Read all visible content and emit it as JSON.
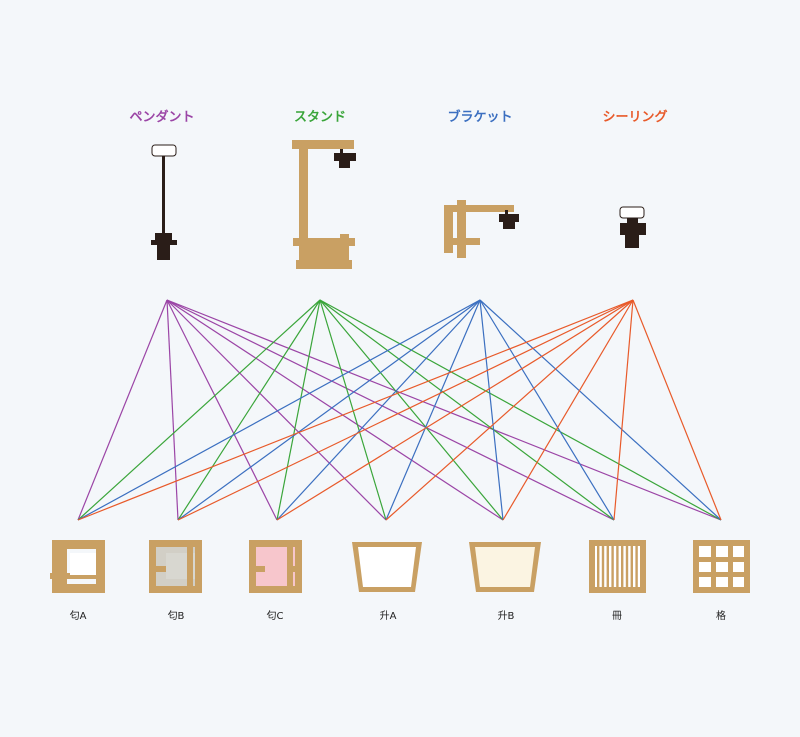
{
  "colors": {
    "wood": "#c9a063",
    "dark": "#2a1d18",
    "background": "#f4f7fa"
  },
  "fixtures": [
    {
      "id": "pendant",
      "label": "ペンダント",
      "color": "#9b45a6",
      "icon": "pendant-lamp-icon"
    },
    {
      "id": "stand",
      "label": "スタンド",
      "color": "#3aa53a",
      "icon": "stand-lamp-icon"
    },
    {
      "id": "bracket",
      "label": "ブラケット",
      "color": "#3b6fc0",
      "icon": "bracket-lamp-icon"
    },
    {
      "id": "ceiling",
      "label": "シーリング",
      "color": "#e85a2a",
      "icon": "ceiling-lamp-icon"
    }
  ],
  "shades": [
    {
      "id": "kou-a",
      "label": "匂A",
      "icon": "square-frame-a-icon"
    },
    {
      "id": "kou-b",
      "label": "匂B",
      "icon": "square-frame-b-icon"
    },
    {
      "id": "kou-c",
      "label": "匂C",
      "icon": "square-frame-c-icon"
    },
    {
      "id": "masu-a",
      "label": "升A",
      "icon": "trapezoid-box-a-icon"
    },
    {
      "id": "masu-b",
      "label": "升B",
      "icon": "trapezoid-box-b-icon"
    },
    {
      "id": "saku",
      "label": "冊",
      "icon": "vertical-slat-icon"
    },
    {
      "id": "koushi",
      "label": "格",
      "icon": "grid-lattice-icon"
    }
  ]
}
